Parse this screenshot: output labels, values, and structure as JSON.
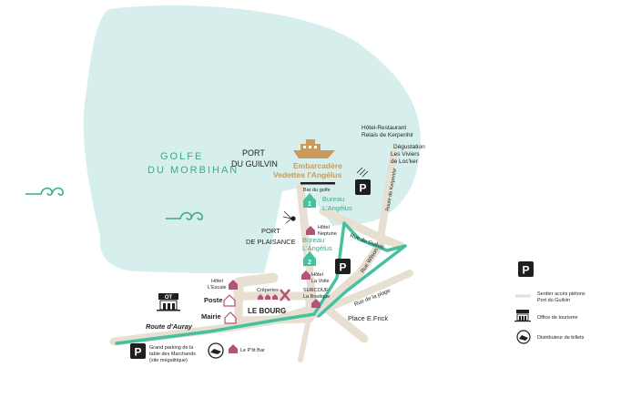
{
  "colors": {
    "water": "#d6efec",
    "road": "#e7dfd2",
    "route": "#45c1a0",
    "teal_text": "#3aaa8c",
    "gold": "#c99a5a",
    "pink": "#b5527a",
    "dark": "#1f1f1f"
  },
  "labels": {
    "gulf_line1": "GOLFE",
    "gulf_line2": "DU MORBIHAN",
    "port_guilvin_1": "PORT",
    "port_guilvin_2": "DU GUILVIN",
    "port_plaisance_1": "PORT",
    "port_plaisance_2": "DE PLAISANCE",
    "embarcadere_1": "Embarcadère",
    "embarcadere_2": "Vedettes l'Angélus",
    "bar_golfe": "Bar du golfe",
    "bureau1_1": "Bureau",
    "bureau1_2": "L'Angélus",
    "bureau2_1": "Bureau",
    "bureau2_2": "L'Angélus",
    "marker1": "1",
    "marker2": "2",
    "hotel_restaurant_1": "Hôtel-Restaurant",
    "hotel_restaurant_2": "Relais de Kerpenhir",
    "degustation_1": "Dégustation",
    "degustation_2": "Les Viviers",
    "degustation_3": "de Loc'ker",
    "rue_kerpenhir": "Route de Kerpenhir",
    "rue_guilvin": "Rue du Guilvin",
    "rue_wilson": "Rue Wilson",
    "rue_plage": "Rue de la plage",
    "hotel_neptune_1": "Hôtel",
    "hotel_neptune_2": "Neptune",
    "hotel_voile_1": "Hôtel",
    "hotel_voile_2": "La Voile",
    "surcouf_1": "SURCOUF",
    "surcouf_2": "La Boutique",
    "hotel_escale_1": "Hôtel",
    "hotel_escale_2": "L'Escale",
    "creperies": "Crêperies",
    "poste": "Poste",
    "mairie": "Mairie",
    "le_bourg": "LE BOURG",
    "place_frick": "Place E.Frick",
    "route_auray": "Route d'Auray",
    "ot_badge": "OT",
    "parking_1": "Grand parking de la",
    "parking_2": "table des Marchands",
    "parking_3": "(site mégalitique)",
    "le_ptit_bar": "Le P'tit Bar",
    "parking_letter": "P"
  },
  "legend": {
    "parking_letter": "P",
    "footpath_1": "Sentier accès piétons",
    "footpath_2": "Port du Guilvin",
    "tourism_office": "Office de tourisme",
    "ticket_machine": "Distributeur de billets"
  }
}
